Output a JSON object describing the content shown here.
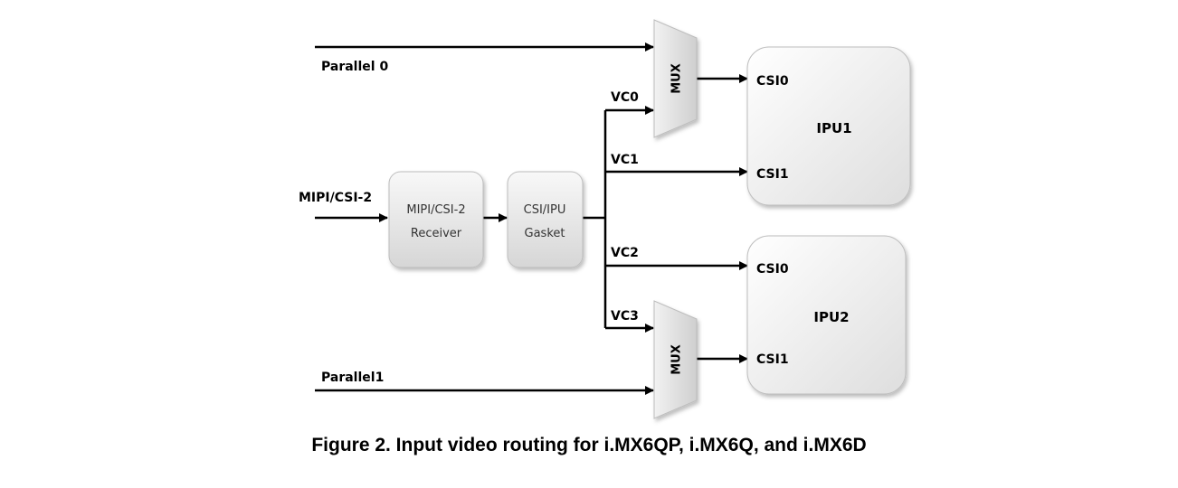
{
  "inputs": {
    "parallel0": "Parallel 0",
    "mipi_csi2": "MIPI/CSI-2",
    "parallel1": "Parallel1"
  },
  "blocks": {
    "receiver": {
      "line1": "MIPI/CSI-2",
      "line2": "Receiver"
    },
    "gasket": {
      "line1": "CSI/IPU",
      "line2": "Gasket"
    },
    "mux_top": "MUX",
    "mux_bottom": "MUX",
    "ipu1": {
      "name": "IPU1",
      "port0": "CSI0",
      "port1": "CSI1"
    },
    "ipu2": {
      "name": "IPU2",
      "port0": "CSI0",
      "port1": "CSI1"
    }
  },
  "virtual_channels": [
    "VC0",
    "VC1",
    "VC2",
    "VC3"
  ],
  "caption": "Figure 2.  Input video routing for i.MX6QP, i.MX6Q, and i.MX6D"
}
